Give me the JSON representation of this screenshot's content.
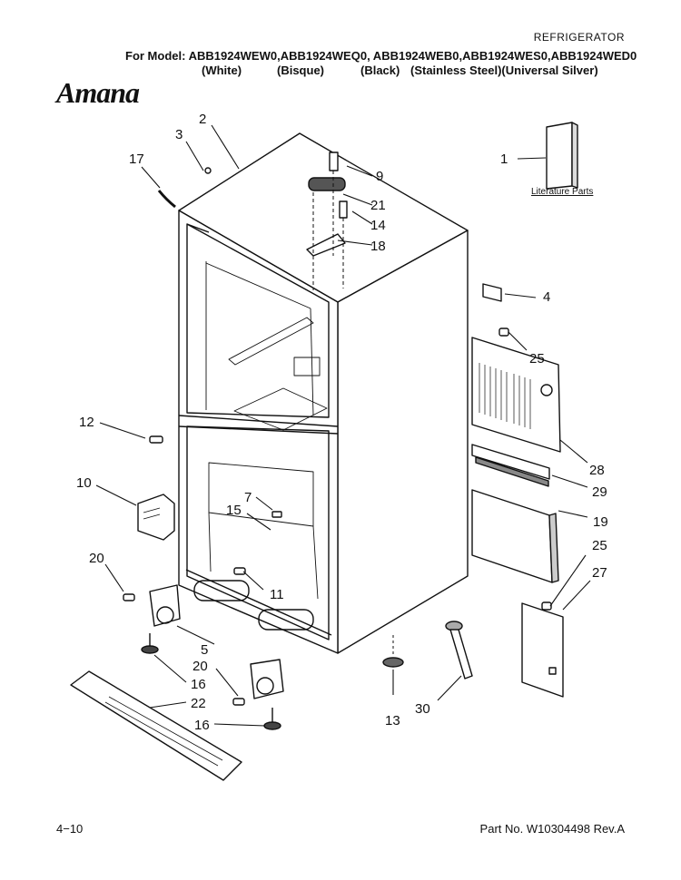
{
  "header": {
    "category": "REFRIGERATOR",
    "model_line": "For Model: ABB1924WEW0,ABB1924WEQ0, ABB1924WEB0,ABB1924WES0,ABB1924WED0",
    "colors": [
      "(White)",
      "(Bisque)",
      "(Black)",
      "(Stainless Steel)(Universal Silver)"
    ]
  },
  "brand": "Amana",
  "literature_label": "Literature Parts",
  "callouts": [
    "1",
    "2",
    "3",
    "17",
    "9",
    "21",
    "14",
    "18",
    "4",
    "25",
    "28",
    "29",
    "19",
    "25",
    "27",
    "12",
    "10",
    "7",
    "15",
    "20",
    "11",
    "5",
    "20",
    "16",
    "22",
    "16",
    "13",
    "30"
  ],
  "footer": {
    "page": "4−10",
    "part_no": "Part No. W10304498 Rev.A"
  }
}
